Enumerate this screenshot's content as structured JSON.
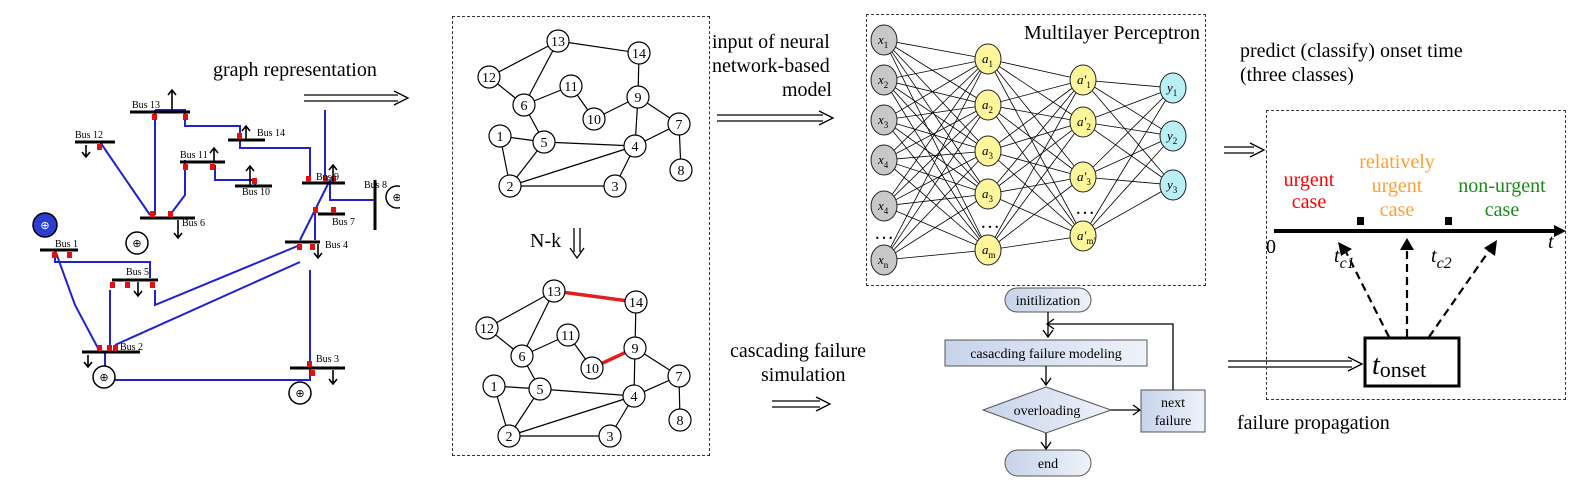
{
  "labels": {
    "graph_representation": "graph representation",
    "input_model": [
      "input of neural",
      "network-based",
      "model"
    ],
    "mlp_title": "Multilayer Perceptron",
    "predict": [
      "predict (classify) onset time",
      "(three classes)"
    ],
    "nk": "N-k",
    "cascading_sim": [
      "cascading failure",
      "simulation"
    ],
    "failure_propagation": "failure propagation"
  },
  "power_grid": {
    "buses": [
      "Bus 1",
      "Bus 2",
      "Bus 3",
      "Bus 4",
      "Bus 5",
      "Bus 6",
      "Bus 7",
      "Bus 8",
      "Bus 9",
      "Bus 10",
      "Bus 11",
      "Bus 12",
      "Bus 13",
      "Bus 14"
    ]
  },
  "graph_nodes": [
    "1",
    "2",
    "3",
    "4",
    "5",
    "6",
    "7",
    "8",
    "9",
    "10",
    "11",
    "12",
    "13",
    "14"
  ],
  "graph_edges": [
    [
      "1",
      "2"
    ],
    [
      "1",
      "5"
    ],
    [
      "2",
      "5"
    ],
    [
      "2",
      "3"
    ],
    [
      "2",
      "4"
    ],
    [
      "3",
      "4"
    ],
    [
      "4",
      "5"
    ],
    [
      "4",
      "7"
    ],
    [
      "4",
      "9"
    ],
    [
      "5",
      "6"
    ],
    [
      "6",
      "12"
    ],
    [
      "6",
      "13"
    ],
    [
      "6",
      "11"
    ],
    [
      "11",
      "10"
    ],
    [
      "10",
      "9"
    ],
    [
      "9",
      "7"
    ],
    [
      "9",
      "14"
    ],
    [
      "13",
      "14"
    ],
    [
      "13",
      "12"
    ],
    [
      "7",
      "8"
    ]
  ],
  "failed_edges": [
    [
      "13",
      "14"
    ],
    [
      "10",
      "9"
    ]
  ],
  "colors": {
    "failed_edge": "#e02020",
    "input_node": "#c8c8c8",
    "hidden_node": "#fff59a",
    "output_node": "#b8f0f6",
    "flow_box": "#c7d3ea",
    "urgent": "#ff0000",
    "relatively_urgent": "#ffa033",
    "non_urgent": "#1a8a1a",
    "grid_line": "#2222cc"
  },
  "mlp": {
    "inputs": [
      [
        "x",
        "1"
      ],
      [
        "x",
        "2"
      ],
      [
        "x",
        "3"
      ],
      [
        "x",
        "4"
      ],
      [
        "x",
        "4"
      ],
      [
        "x",
        "n"
      ]
    ],
    "input_ellipsis": "…",
    "hidden1": [
      [
        "a",
        "1"
      ],
      [
        "a",
        "2"
      ],
      [
        "a",
        "3"
      ],
      [
        "a",
        "3"
      ],
      [
        "a",
        "m"
      ]
    ],
    "hidden1_ellipsis": "…",
    "hidden2": [
      [
        "a′",
        "1"
      ],
      [
        "a′",
        "2"
      ],
      [
        "a′",
        "3"
      ],
      [
        "a′",
        "m′"
      ]
    ],
    "hidden2_ellipsis": "…",
    "outputs": [
      [
        "y",
        "1"
      ],
      [
        "y",
        "2"
      ],
      [
        "y",
        "3"
      ]
    ]
  },
  "flowchart": {
    "start": "initilization",
    "modeling": "casacding failure modeling",
    "decision": "overloading",
    "next": [
      "next",
      "failure"
    ],
    "end": "end"
  },
  "timeline": {
    "classes": [
      {
        "name": [
          "urgent",
          "case"
        ]
      },
      {
        "name": [
          "relatively",
          "urgent",
          "case"
        ]
      },
      {
        "name": [
          "non-urgent",
          "case"
        ]
      }
    ],
    "origin": "0",
    "axis": "t",
    "tc1": [
      "t",
      "c1"
    ],
    "tc2": [
      "t",
      "c2"
    ],
    "onset": [
      "t",
      "onset"
    ]
  }
}
